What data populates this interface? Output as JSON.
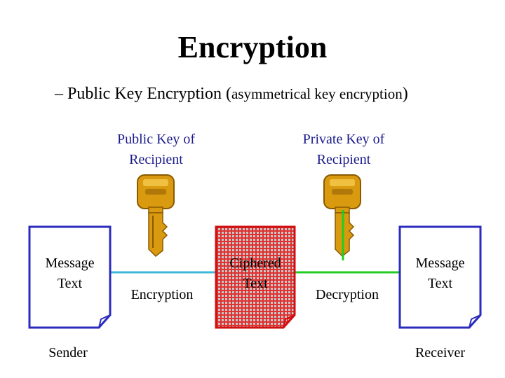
{
  "slide": {
    "title": "Encryption",
    "subtitle_dash": "– ",
    "subtitle_main": "Public Key Encryption (",
    "subtitle_small": "asymmetrical key encryption",
    "subtitle_end": ")"
  },
  "keys": {
    "public_key_label": [
      "Public Key of",
      "Recipient"
    ],
    "private_key_label": [
      "Private Key of",
      "Recipient"
    ]
  },
  "documents": {
    "sender_doc": [
      "Message",
      "Text"
    ],
    "ciphered_doc": [
      "Ciphered",
      "Text"
    ],
    "receiver_doc": [
      "Message",
      "Text"
    ]
  },
  "processes": {
    "encryption": "Encryption",
    "decryption": "Decryption"
  },
  "parties": {
    "sender": "Sender",
    "receiver": "Receiver"
  },
  "colors": {
    "doc_border": "#2b2bbd",
    "cipher_fill": "#e03030",
    "cipher_border": "#d01010",
    "line_encrypt": "#3fb8d8",
    "line_decrypt": "#22cc22",
    "key_fill": "#d99a10",
    "key_dark": "#8a5a00",
    "label_blue": "#1b1b8c"
  }
}
